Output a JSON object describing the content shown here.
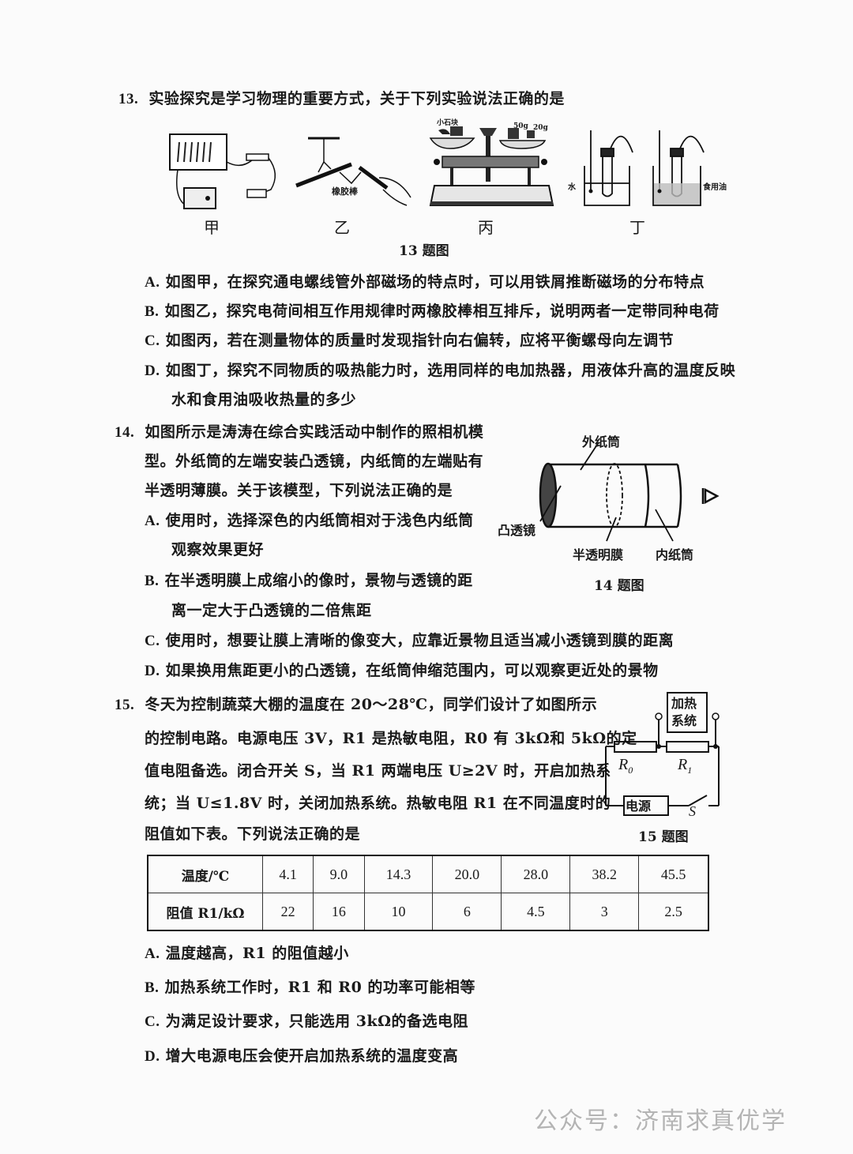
{
  "q13": {
    "number": "13.",
    "stem": "实验探究是学习物理的重要方式，关于下列实验说法正确的是",
    "figure_labels": [
      "甲",
      "乙",
      "丙",
      "丁"
    ],
    "figure_small_labels": {
      "yi_rod": "橡胶棒",
      "bing_object": "小石块",
      "bing_weight1": "50g",
      "bing_weight2": "20g",
      "ding_water": "水",
      "ding_oil": "食用油"
    },
    "caption": "13 题图",
    "options": [
      {
        "letter": "A.",
        "text": "如图甲，在探究通电螺线管外部磁场的特点时，可以用铁屑推断磁场的分布特点"
      },
      {
        "letter": "B.",
        "text": "如图乙，探究电荷间相互作用规律时两橡胶棒相互排斥，说明两者一定带同种电荷"
      },
      {
        "letter": "C.",
        "text": "如图丙，若在测量物体的质量时发现指针向右偏转，应将平衡螺母向左调节"
      },
      {
        "letter": "D.",
        "text": "如图丁，探究不同物质的吸热能力时，选用同样的电加热器，用液体升高的温度反映",
        "cont": "水和食用油吸收热量的多少"
      }
    ]
  },
  "q14": {
    "number": "14.",
    "stem_lines": [
      "如图所示是涛涛在综合实践活动中制作的照相机模",
      "型。外纸筒的左端安装凸透镜，内纸筒的左端贴有",
      "半透明薄膜。关于该模型，下列说法正确的是"
    ],
    "figure_labels": {
      "outer": "外纸筒",
      "lens": "凸透镜",
      "film": "半透明膜",
      "inner": "内纸筒"
    },
    "caption": "14 题图",
    "options": [
      {
        "letter": "A.",
        "text": "使用时，选择深色的内纸筒相对于浅色内纸筒",
        "cont": "观察效果更好"
      },
      {
        "letter": "B.",
        "text": "在半透明膜上成缩小的像时，景物与透镜的距",
        "cont": "离一定大于凸透镜的二倍焦距"
      },
      {
        "letter": "C.",
        "text": "使用时，想要让膜上清晰的像变大，应靠近景物且适当减小透镜到膜的距离"
      },
      {
        "letter": "D.",
        "text": "如果换用焦距更小的凸透镜，在纸筒伸缩范围内，可以观察更近处的景物"
      }
    ]
  },
  "q15": {
    "number": "15.",
    "stem_lines": [
      "冬天为控制蔬菜大棚的温度在 20～28℃，同学们设计了如图所示",
      "的控制电路。电源电压 3V，R1 是热敏电阻，R0 有 3kΩ和 5kΩ的定",
      "值电阻备选。闭合开关 S，当 R1 两端电压 U≥2V 时，开启加热系",
      "统；当 U≤1.8V 时，关闭加热系统。热敏电阻 R1 在不同温度时的",
      "阻值如下表。下列说法正确的是"
    ],
    "circuit_labels": {
      "heater": [
        "加热",
        "系统"
      ],
      "r0": "R",
      "r0_sub": "0",
      "r1": "R",
      "r1_sub": "1",
      "source": "电源",
      "switch": "S"
    },
    "caption": "15 题图",
    "table": {
      "row1_header": "温度/℃",
      "row2_header": "阻值 R1/kΩ",
      "temperatures": [
        "4.1",
        "9.0",
        "14.3",
        "20.0",
        "28.0",
        "38.2",
        "45.5"
      ],
      "resistances": [
        "22",
        "16",
        "10",
        "6",
        "4.5",
        "3",
        "2.5"
      ]
    },
    "options": [
      {
        "letter": "A.",
        "text": "温度越高，R1 的阻值越小"
      },
      {
        "letter": "B.",
        "text": "加热系统工作时，R1 和 R0 的功率可能相等"
      },
      {
        "letter": "C.",
        "text": "为满足设计要求，只能选用 3kΩ的备选电阻"
      },
      {
        "letter": "D.",
        "text": "增大电源电压会使开启加热系统的温度变高"
      }
    ]
  },
  "watermark": "公众号：济南求真优学"
}
